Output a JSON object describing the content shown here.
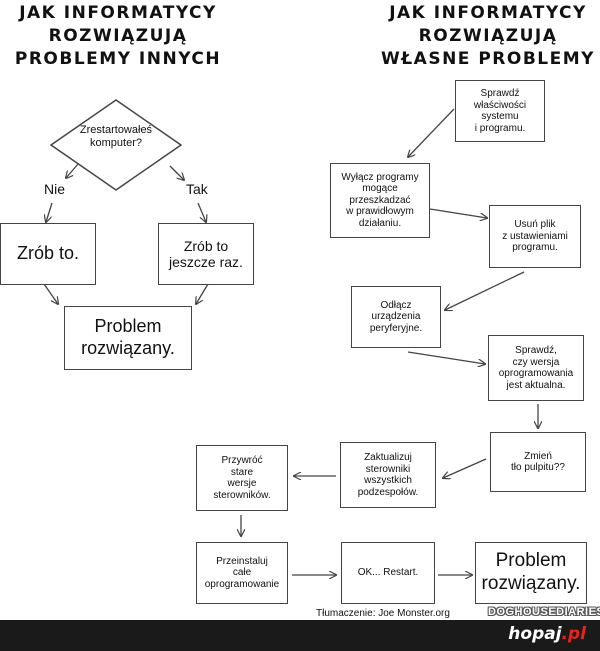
{
  "titles": {
    "left": "JAK INFORMATYCY\nROZWIĄZUJĄ\nPROBLEMY INNYCH",
    "right": "JAK INFORMATYCY\nROZWIĄZUJĄ\nWŁASNE PROBLEMY"
  },
  "left": {
    "decision": "Zrestartowałeś\nkomputer?",
    "branch_no": "Nie",
    "branch_yes": "Tak",
    "do_it": "Zrób to.",
    "do_again": "Zrób to\njeszcze raz.",
    "solved": "Problem\nrozwiązany."
  },
  "right": {
    "check_props": "Sprawdź\nwłaściwości\nsystemu\ni programu.",
    "disable_programs": "Wyłącz programy\nmogące\nprzeszkadzać\nw prawidłowym\ndziałaniu.",
    "delete_settings": "Usuń plik\nz ustawieniami\nprogramu.",
    "disconnect_devices": "Odłącz\nurządzenia\nperyferyjne.",
    "check_version": "Sprawdź,\nczy wersja\noprogramowania\njest aktualna.",
    "change_wallpaper": "Zmień\ntło pulpitu??",
    "update_drivers": "Zaktualizuj\nsterowniki\nwszystkich\npodzespołów.",
    "restore_drivers": "Przywróć\nstare\nwersje\nsterowników.",
    "reinstall": "Przeinstaluj\ncałe\noprogramowanie",
    "restart": "OK... Restart.",
    "solved": "Problem\nrozwiązany."
  },
  "credits": {
    "translation": "Tłumaczenie: Joe Monster.org",
    "brand": "DOGHOUSEDIARIES"
  },
  "footer": {
    "logo_main": "hopaj",
    "logo_accent": ".pl",
    "accent_color": "#e8231e",
    "background": "#1a1a1a"
  }
}
